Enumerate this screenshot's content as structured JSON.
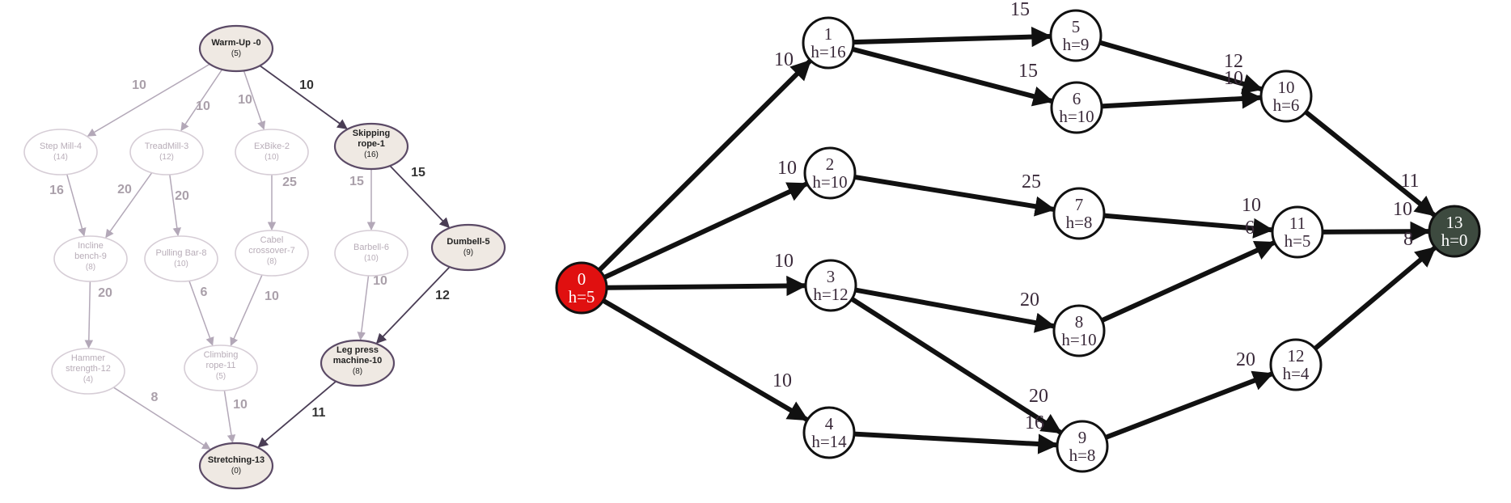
{
  "left_graph": {
    "nodes": [
      {
        "id": "0",
        "name": "Warm-Up -0",
        "lines": [
          "Warm-Up -0"
        ],
        "h": "(5)",
        "state": "active"
      },
      {
        "id": "1",
        "name": "Skipping rope-1",
        "lines": [
          "Skipping",
          "rope-1"
        ],
        "h": "(16)",
        "state": "active"
      },
      {
        "id": "2",
        "name": "ExBike-2",
        "lines": [
          "ExBike-2"
        ],
        "h": "(10)",
        "state": "faded"
      },
      {
        "id": "3",
        "name": "TreadMill-3",
        "lines": [
          "TreadMill-3"
        ],
        "h": "(12)",
        "state": "faded"
      },
      {
        "id": "4",
        "name": "Step Mill-4",
        "lines": [
          "Step Mill-4"
        ],
        "h": "(14)",
        "state": "faded"
      },
      {
        "id": "5",
        "name": "Dumbell-5",
        "lines": [
          "Dumbell-5"
        ],
        "h": "(9)",
        "state": "active"
      },
      {
        "id": "6",
        "name": "Barbell-6",
        "lines": [
          "Barbell-6"
        ],
        "h": "(10)",
        "state": "faded"
      },
      {
        "id": "7",
        "name": "Cabel crossover-7",
        "lines": [
          "Cabel",
          "crossover-7"
        ],
        "h": "(8)",
        "state": "faded"
      },
      {
        "id": "8",
        "name": "Pulling Bar-8",
        "lines": [
          "Pulling Bar-8"
        ],
        "h": "(10)",
        "state": "faded"
      },
      {
        "id": "9",
        "name": "Incline bench-9",
        "lines": [
          "Incline",
          "bench-9"
        ],
        "h": "(8)",
        "state": "faded"
      },
      {
        "id": "10",
        "name": "Leg press machine-10",
        "lines": [
          "Leg press",
          "machine-10"
        ],
        "h": "(8)",
        "state": "active"
      },
      {
        "id": "11",
        "name": "Climbing rope-11",
        "lines": [
          "Climbing",
          "rope-11"
        ],
        "h": "(5)",
        "state": "faded"
      },
      {
        "id": "12",
        "name": "Hammer strength-12",
        "lines": [
          "Hammer",
          "strength-12"
        ],
        "h": "(4)",
        "state": "faded"
      },
      {
        "id": "13",
        "name": "Stretching-13",
        "lines": [
          "Stretching-13"
        ],
        "h": "(0)",
        "state": "active"
      }
    ],
    "edges": [
      {
        "from": "0",
        "to": "4",
        "w": "10",
        "state": "faded"
      },
      {
        "from": "0",
        "to": "3",
        "w": "10",
        "state": "faded"
      },
      {
        "from": "0",
        "to": "2",
        "w": "10",
        "state": "faded"
      },
      {
        "from": "0",
        "to": "1",
        "w": "10",
        "state": "active"
      },
      {
        "from": "4",
        "to": "9",
        "w": "16",
        "state": "faded"
      },
      {
        "from": "3",
        "to": "9",
        "w": "20",
        "state": "faded"
      },
      {
        "from": "3",
        "to": "8",
        "w": "20",
        "state": "faded"
      },
      {
        "from": "2",
        "to": "7",
        "w": "25",
        "state": "faded"
      },
      {
        "from": "1",
        "to": "6",
        "w": "15",
        "state": "faded"
      },
      {
        "from": "1",
        "to": "5",
        "w": "15",
        "state": "active"
      },
      {
        "from": "9",
        "to": "12",
        "w": "20",
        "state": "faded"
      },
      {
        "from": "8",
        "to": "11",
        "w": "6",
        "state": "faded"
      },
      {
        "from": "7",
        "to": "11",
        "w": "10",
        "state": "faded"
      },
      {
        "from": "6",
        "to": "10",
        "w": "10",
        "state": "faded"
      },
      {
        "from": "5",
        "to": "10",
        "w": "12",
        "state": "active"
      },
      {
        "from": "12",
        "to": "13",
        "w": "8",
        "state": "faded"
      },
      {
        "from": "11",
        "to": "13",
        "w": "10",
        "state": "faded"
      },
      {
        "from": "10",
        "to": "13",
        "w": "11",
        "state": "active"
      }
    ],
    "colors": {
      "active_fill": "#efe9e3",
      "active_stroke": "#5b4a66",
      "active_text": "#222222",
      "active_edge": "#4a3d55",
      "faded_fill": "#ffffff",
      "faded_stroke": "#d6cdd6",
      "faded_text": "#b8adb8",
      "faded_edge": "#b3a8b8",
      "faded_weight": "#aaa0aa",
      "active_weight": "#333333"
    }
  },
  "right_graph": {
    "nodes": [
      {
        "id": "0",
        "label": "0",
        "h": "h=5",
        "state": "start"
      },
      {
        "id": "1",
        "label": "1",
        "h": "h=16",
        "state": "normal"
      },
      {
        "id": "2",
        "label": "2",
        "h": "h=10",
        "state": "normal"
      },
      {
        "id": "3",
        "label": "3",
        "h": "h=12",
        "state": "normal"
      },
      {
        "id": "4",
        "label": "4",
        "h": "h=14",
        "state": "normal"
      },
      {
        "id": "5",
        "label": "5",
        "h": "h=9",
        "state": "normal"
      },
      {
        "id": "6",
        "label": "6",
        "h": "h=10",
        "state": "normal"
      },
      {
        "id": "7",
        "label": "7",
        "h": "h=8",
        "state": "normal"
      },
      {
        "id": "8",
        "label": "8",
        "h": "h=10",
        "state": "normal"
      },
      {
        "id": "9",
        "label": "9",
        "h": "h=8",
        "state": "normal"
      },
      {
        "id": "10",
        "label": "10",
        "h": "h=6",
        "state": "normal"
      },
      {
        "id": "11",
        "label": "11",
        "h": "h=5",
        "state": "normal"
      },
      {
        "id": "12",
        "label": "12",
        "h": "h=4",
        "state": "normal"
      },
      {
        "id": "13",
        "label": "13",
        "h": "h=0",
        "state": "goal"
      }
    ],
    "edges": [
      {
        "from": "0",
        "to": "1",
        "w": "10"
      },
      {
        "from": "0",
        "to": "2",
        "w": "10"
      },
      {
        "from": "0",
        "to": "3",
        "w": "10"
      },
      {
        "from": "0",
        "to": "4",
        "w": "10"
      },
      {
        "from": "1",
        "to": "5",
        "w": "15"
      },
      {
        "from": "1",
        "to": "6",
        "w": "15"
      },
      {
        "from": "2",
        "to": "7",
        "w": "25"
      },
      {
        "from": "3",
        "to": "8",
        "w": "20"
      },
      {
        "from": "3",
        "to": "9",
        "w": "20"
      },
      {
        "from": "4",
        "to": "9",
        "w": "16"
      },
      {
        "from": "5",
        "to": "10",
        "w": "12"
      },
      {
        "from": "6",
        "to": "10",
        "w": "10"
      },
      {
        "from": "7",
        "to": "11",
        "w": "10"
      },
      {
        "from": "8",
        "to": "11",
        "w": "6"
      },
      {
        "from": "9",
        "to": "12",
        "w": "20"
      },
      {
        "from": "10",
        "to": "13",
        "w": "11"
      },
      {
        "from": "11",
        "to": "13",
        "w": "10"
      },
      {
        "from": "12",
        "to": "13",
        "w": "8"
      }
    ],
    "colors": {
      "start_fill": "#e01010",
      "goal_fill": "#3d4a3f",
      "node_fill": "#ffffff",
      "node_stroke": "#111111",
      "edge": "#111111",
      "text_dark": "#3a2a3a",
      "text_light": "#ffffff"
    }
  }
}
